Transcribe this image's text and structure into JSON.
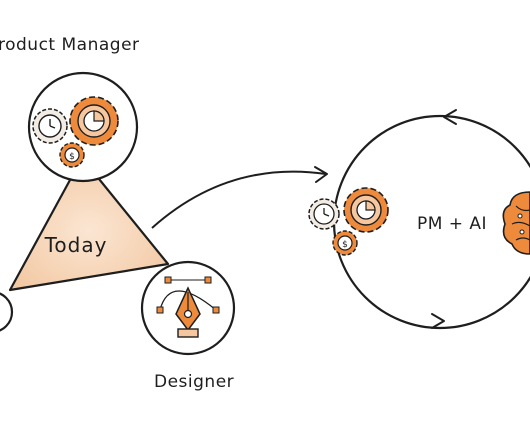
{
  "labels": {
    "top_role": "roduct Manager",
    "bottom_role": "Designer",
    "triangle_center": "Today",
    "cycle_center": "PM + AI"
  },
  "colors": {
    "ink": "#1e1e1e",
    "triangle_fill": "#f7d8be",
    "gear_orange": "#ee8a3c",
    "gear_light": "#f6c79e",
    "gear_pale": "#f3ece4"
  },
  "icons": {
    "pm_circle": [
      "clock-gear-icon",
      "pie-chart-gear-icon",
      "dollar-gear-icon"
    ],
    "designer_circle": [
      "pen-tool-icon"
    ],
    "cycle": [
      "clock-gear-icon",
      "pie-chart-gear-icon",
      "dollar-gear-icon",
      "ai-brain-icon"
    ]
  }
}
